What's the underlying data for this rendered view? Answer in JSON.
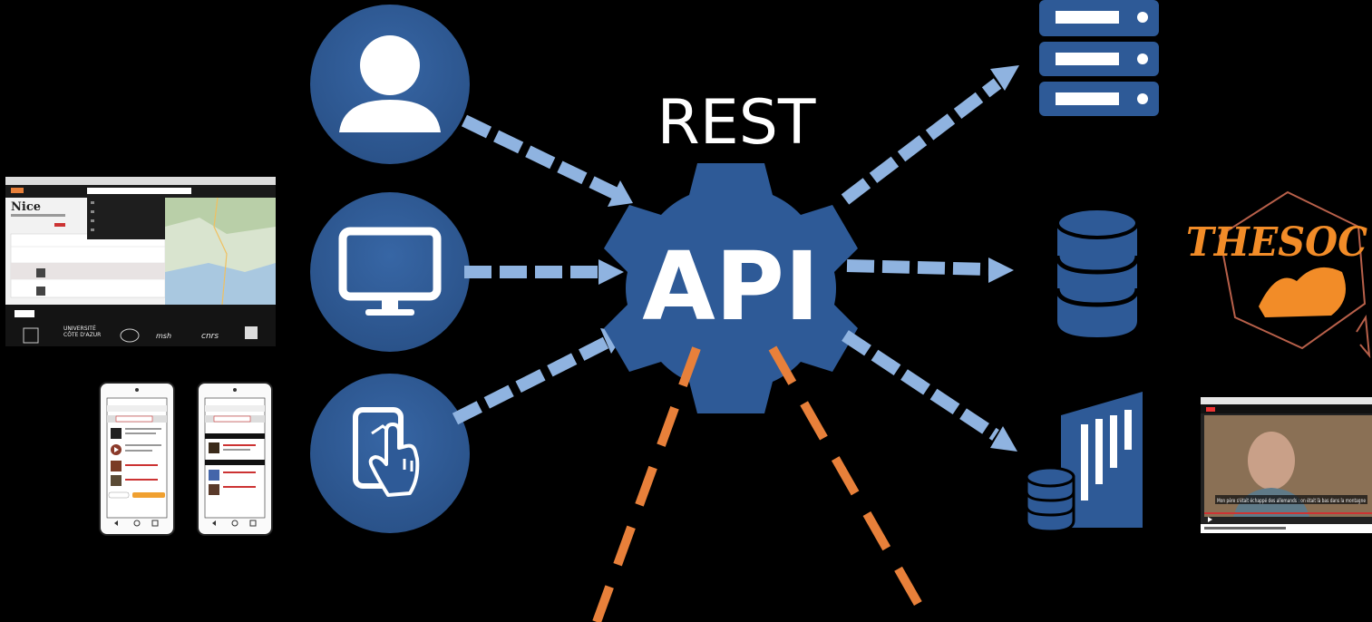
{
  "diagram": {
    "protocol_label": "REST",
    "hub_label": "API",
    "thesaurus_logo_text": "THESOC",
    "web_app_screenshot": {
      "page_title": "Nice"
    },
    "video_screenshot": {
      "subtitle": "Mon père s'était échappé des allemands : on était là bas dans la montagne"
    },
    "colors": {
      "node_blue": "#2e5a97",
      "arrow_light_blue": "#8fb3e0",
      "external_orange": "#e8803a",
      "background": "#000000"
    },
    "icons": [
      "user-icon",
      "monitor-icon",
      "touch-phone-icon",
      "server-rack-icon",
      "database-icon",
      "media-server-icon",
      "gear-icon"
    ]
  }
}
